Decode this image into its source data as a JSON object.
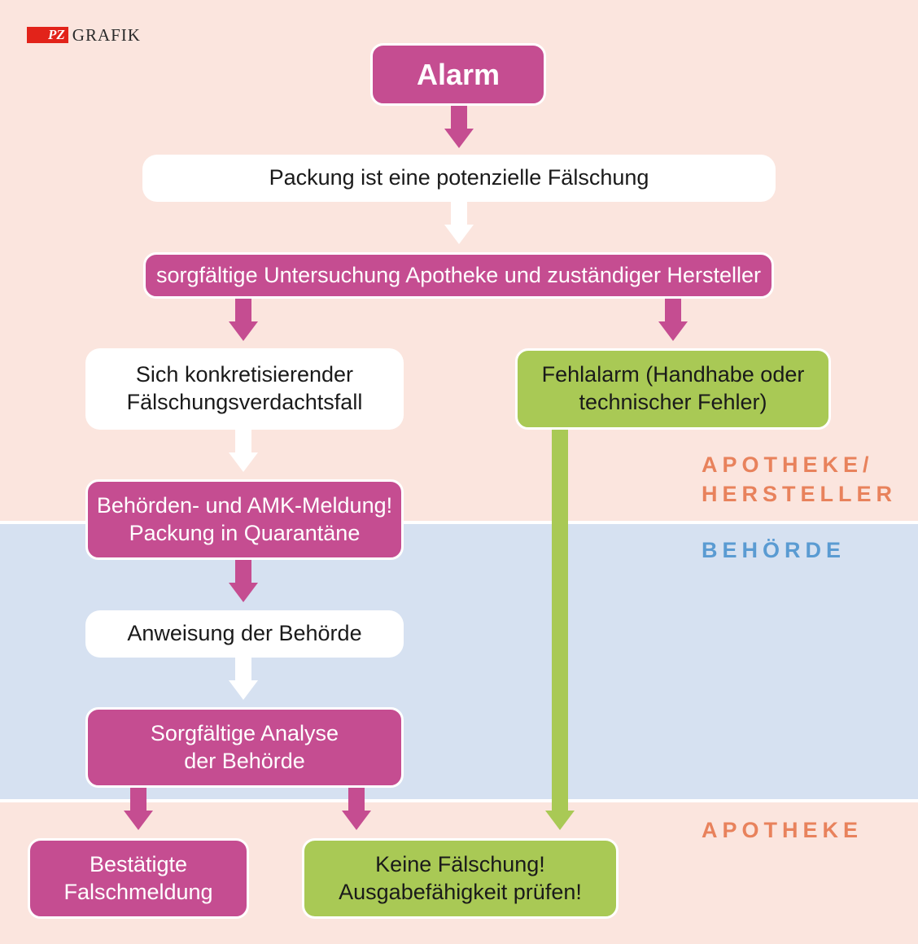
{
  "logo": {
    "brand": "PZ",
    "text": "GRAFIK"
  },
  "zones": {
    "top": "APOTHEKE/\nHERSTELLER",
    "middle": "BEHÖRDE",
    "bottom": "APOTHEKE"
  },
  "nodes": {
    "alarm": "Alarm",
    "packung": "Packung ist eine potenzielle Fälschung",
    "untersuchung": "sorgfältige Untersuchung Apotheke und zuständiger Hersteller",
    "verdacht": "Sich konkretisierender\nFälschungsverdachtsfall",
    "fehlalarm": "Fehlalarm (Handhabe oder\ntechnischer Fehler)",
    "meldung": "Behörden- und AMK-Meldung!\nPackung in Quarantäne",
    "anweisung": "Anweisung der Behörde",
    "analyse": "Sorgfältige Analyse\nder Behörde",
    "bestaetigt": "Bestätigte\nFalschmeldung",
    "keine": "Keine Fälschung!\nAusgabefähigkeit prüfen!"
  },
  "colors": {
    "pink": "#c54d91",
    "green": "#a9c955",
    "top_zone_label": "#e8825c",
    "middle_zone_label": "#5a9bd2",
    "band_light": "#fbe5de",
    "band_blue": "#d6e1f1"
  }
}
